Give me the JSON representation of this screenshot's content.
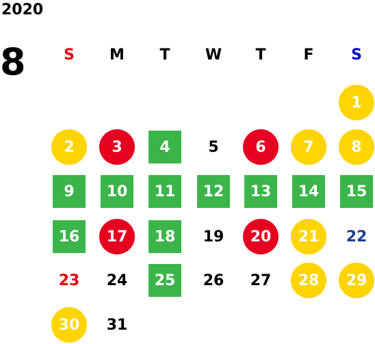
{
  "header": {
    "year": "2020",
    "month": "8"
  },
  "weekdays": [
    {
      "label": "S",
      "color": "#e60012"
    },
    {
      "label": "M",
      "color": "#000000"
    },
    {
      "label": "T",
      "color": "#000000"
    },
    {
      "label": "W",
      "color": "#000000"
    },
    {
      "label": "T",
      "color": "#000000"
    },
    {
      "label": "F",
      "color": "#000000"
    },
    {
      "label": "S",
      "color": "#0000cc"
    }
  ],
  "colors": {
    "yellow": "#ffd400",
    "red": "#e60020",
    "green": "#3bb54a",
    "plain_black": "#000000",
    "plain_red": "#e60012",
    "plain_blue": "#1e3f8f"
  },
  "days": [
    {
      "day": "1",
      "style": "yellow"
    },
    {
      "day": "2",
      "style": "yellow"
    },
    {
      "day": "3",
      "style": "red"
    },
    {
      "day": "4",
      "style": "green"
    },
    {
      "day": "5",
      "style": "plain_black"
    },
    {
      "day": "6",
      "style": "red"
    },
    {
      "day": "7",
      "style": "yellow"
    },
    {
      "day": "8",
      "style": "yellow"
    },
    {
      "day": "9",
      "style": "green"
    },
    {
      "day": "10",
      "style": "green"
    },
    {
      "day": "11",
      "style": "green"
    },
    {
      "day": "12",
      "style": "green"
    },
    {
      "day": "13",
      "style": "green"
    },
    {
      "day": "14",
      "style": "green"
    },
    {
      "day": "15",
      "style": "green"
    },
    {
      "day": "16",
      "style": "green"
    },
    {
      "day": "17",
      "style": "red"
    },
    {
      "day": "18",
      "style": "green"
    },
    {
      "day": "19",
      "style": "plain_black"
    },
    {
      "day": "20",
      "style": "red"
    },
    {
      "day": "21",
      "style": "yellow"
    },
    {
      "day": "22",
      "style": "plain_blue"
    },
    {
      "day": "23",
      "style": "plain_red"
    },
    {
      "day": "24",
      "style": "plain_black"
    },
    {
      "day": "25",
      "style": "green"
    },
    {
      "day": "26",
      "style": "plain_black"
    },
    {
      "day": "27",
      "style": "plain_black"
    },
    {
      "day": "28",
      "style": "yellow"
    },
    {
      "day": "29",
      "style": "yellow"
    },
    {
      "day": "30",
      "style": "yellow"
    },
    {
      "day": "31",
      "style": "plain_black"
    }
  ]
}
